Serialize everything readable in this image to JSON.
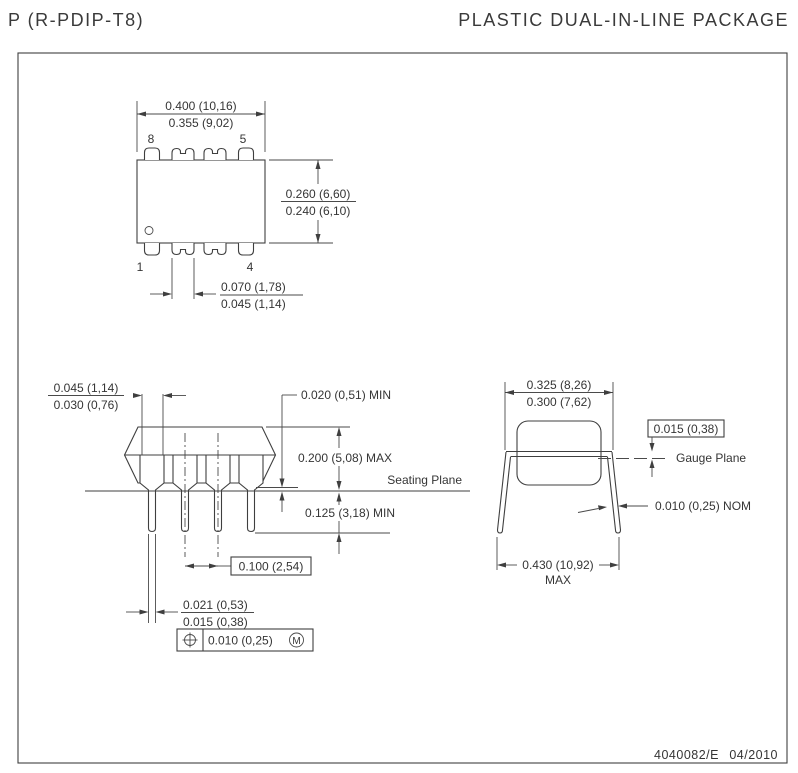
{
  "header": {
    "title_left": "P (R-PDIP-T8)",
    "title_right": "PLASTIC DUAL-IN-LINE PACKAGE"
  },
  "footer": {
    "doc_number": "4040082/E",
    "date": "04/2010"
  },
  "colors": {
    "line": "#3f3f3f",
    "text": "#353535"
  },
  "top_view": {
    "pin_labels": {
      "p8": "8",
      "p5": "5",
      "p1": "1",
      "p4": "4"
    },
    "dims": {
      "width_max": "0.400 (10,16)",
      "width_min": "0.355 (9,02)",
      "height_max": "0.260 (6,60)",
      "height_min": "0.240 (6,10)",
      "lead_max": "0.070 (1,78)",
      "lead_min": "0.045 (1,14)"
    }
  },
  "front_view": {
    "dims": {
      "shoulder_max": "0.045 (1,14)",
      "shoulder_min": "0.030 (0,76)",
      "standoff": "0.020 (0,51) MIN",
      "body_height": "0.200 (5,08) MAX",
      "seating_plane_label": "Seating Plane",
      "lead_length": "0.125 (3,18) MIN",
      "pitch": "0.100 (2,54)",
      "tip_max": "0.021 (0,53)",
      "tip_min": "0.015 (0,38)",
      "position_tolerance": "0.010 (0,25)",
      "tolerance_modifier": "M"
    }
  },
  "side_view": {
    "dims": {
      "span_max": "0.325 (8,26)",
      "span_min": "0.300 (7,62)",
      "gauge_offset": "0.015 (0,38)",
      "gauge_plane_label": "Gauge Plane",
      "lead_thickness": "0.010 (0,25) NOM",
      "overall": "0.430 (10,92)",
      "overall_qualifier": "MAX"
    }
  }
}
